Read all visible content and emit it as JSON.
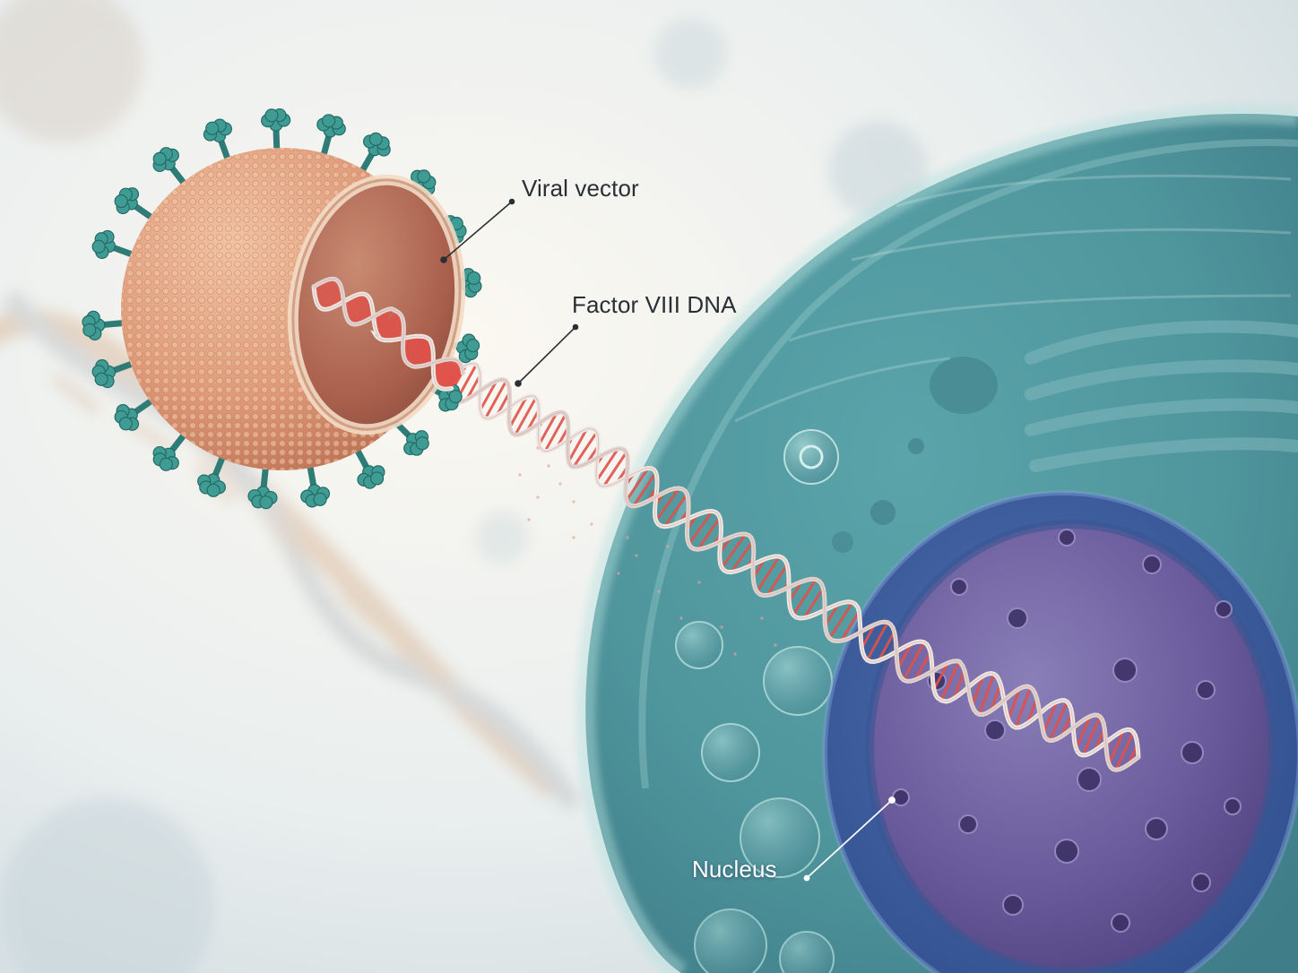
{
  "labels": {
    "viral_vector": "Viral vector",
    "factor_dna": "Factor VIII DNA",
    "nucleus": "Nucleus"
  },
  "colors": {
    "capsid": "#e0a07f",
    "spike": "#3f9c95",
    "dna": "#e0524a",
    "cell": "#6fb0b4",
    "nucleus": "#6a5a9e"
  }
}
